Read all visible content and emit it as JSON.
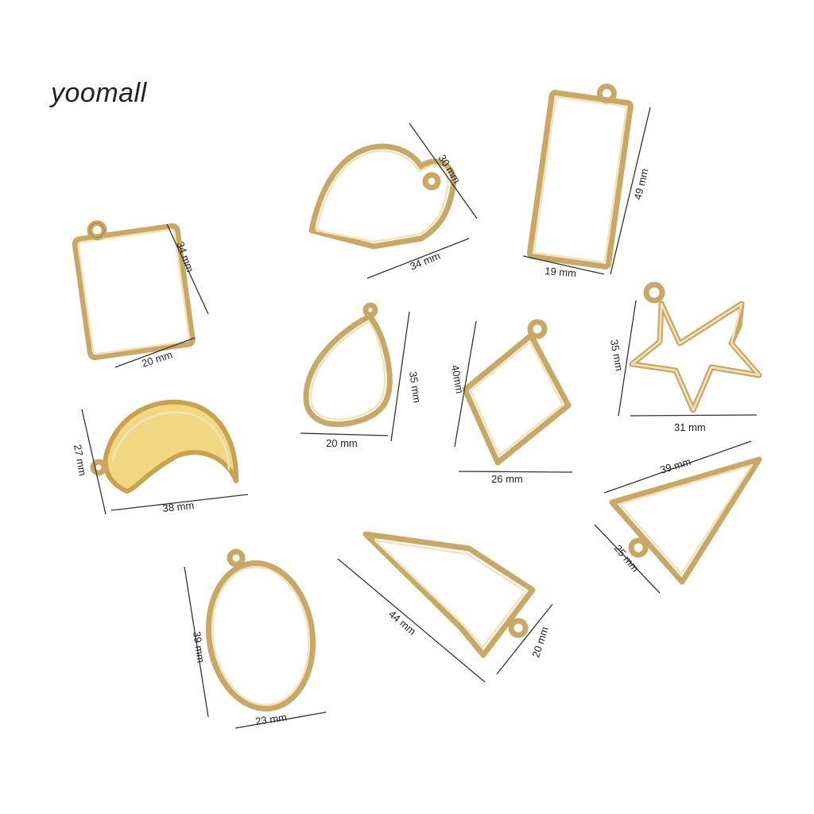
{
  "brand": {
    "watermark": "yoomall"
  },
  "colors": {
    "gold": "#c9a865",
    "gold_light": "#f3e3bd",
    "gold_dark": "#9c7b3e",
    "dimension_ink": "#333333"
  },
  "pendants": [
    {
      "shape": "rectangle",
      "height": "34 mm",
      "width": "20 mm"
    },
    {
      "shape": "heart",
      "height": "30 mm",
      "width": "34 mm"
    },
    {
      "shape": "long rectangle",
      "height": "49 mm",
      "width": "19 mm"
    },
    {
      "shape": "teardrop",
      "height": "35 mm",
      "width": "20 mm"
    },
    {
      "shape": "rhombus",
      "height": "40mm",
      "width": "26 mm"
    },
    {
      "shape": "star",
      "height": "35 mm",
      "width": "31 mm"
    },
    {
      "shape": "crescent moon",
      "height": "27 mm",
      "width": "38 mm"
    },
    {
      "shape": "triangle",
      "height": "39 mm",
      "width": "25 mm"
    },
    {
      "shape": "oval",
      "height": "39 mm",
      "width": "23 mm"
    },
    {
      "shape": "pentagon arrow",
      "height": "44 mm",
      "width": "20 mm"
    }
  ]
}
